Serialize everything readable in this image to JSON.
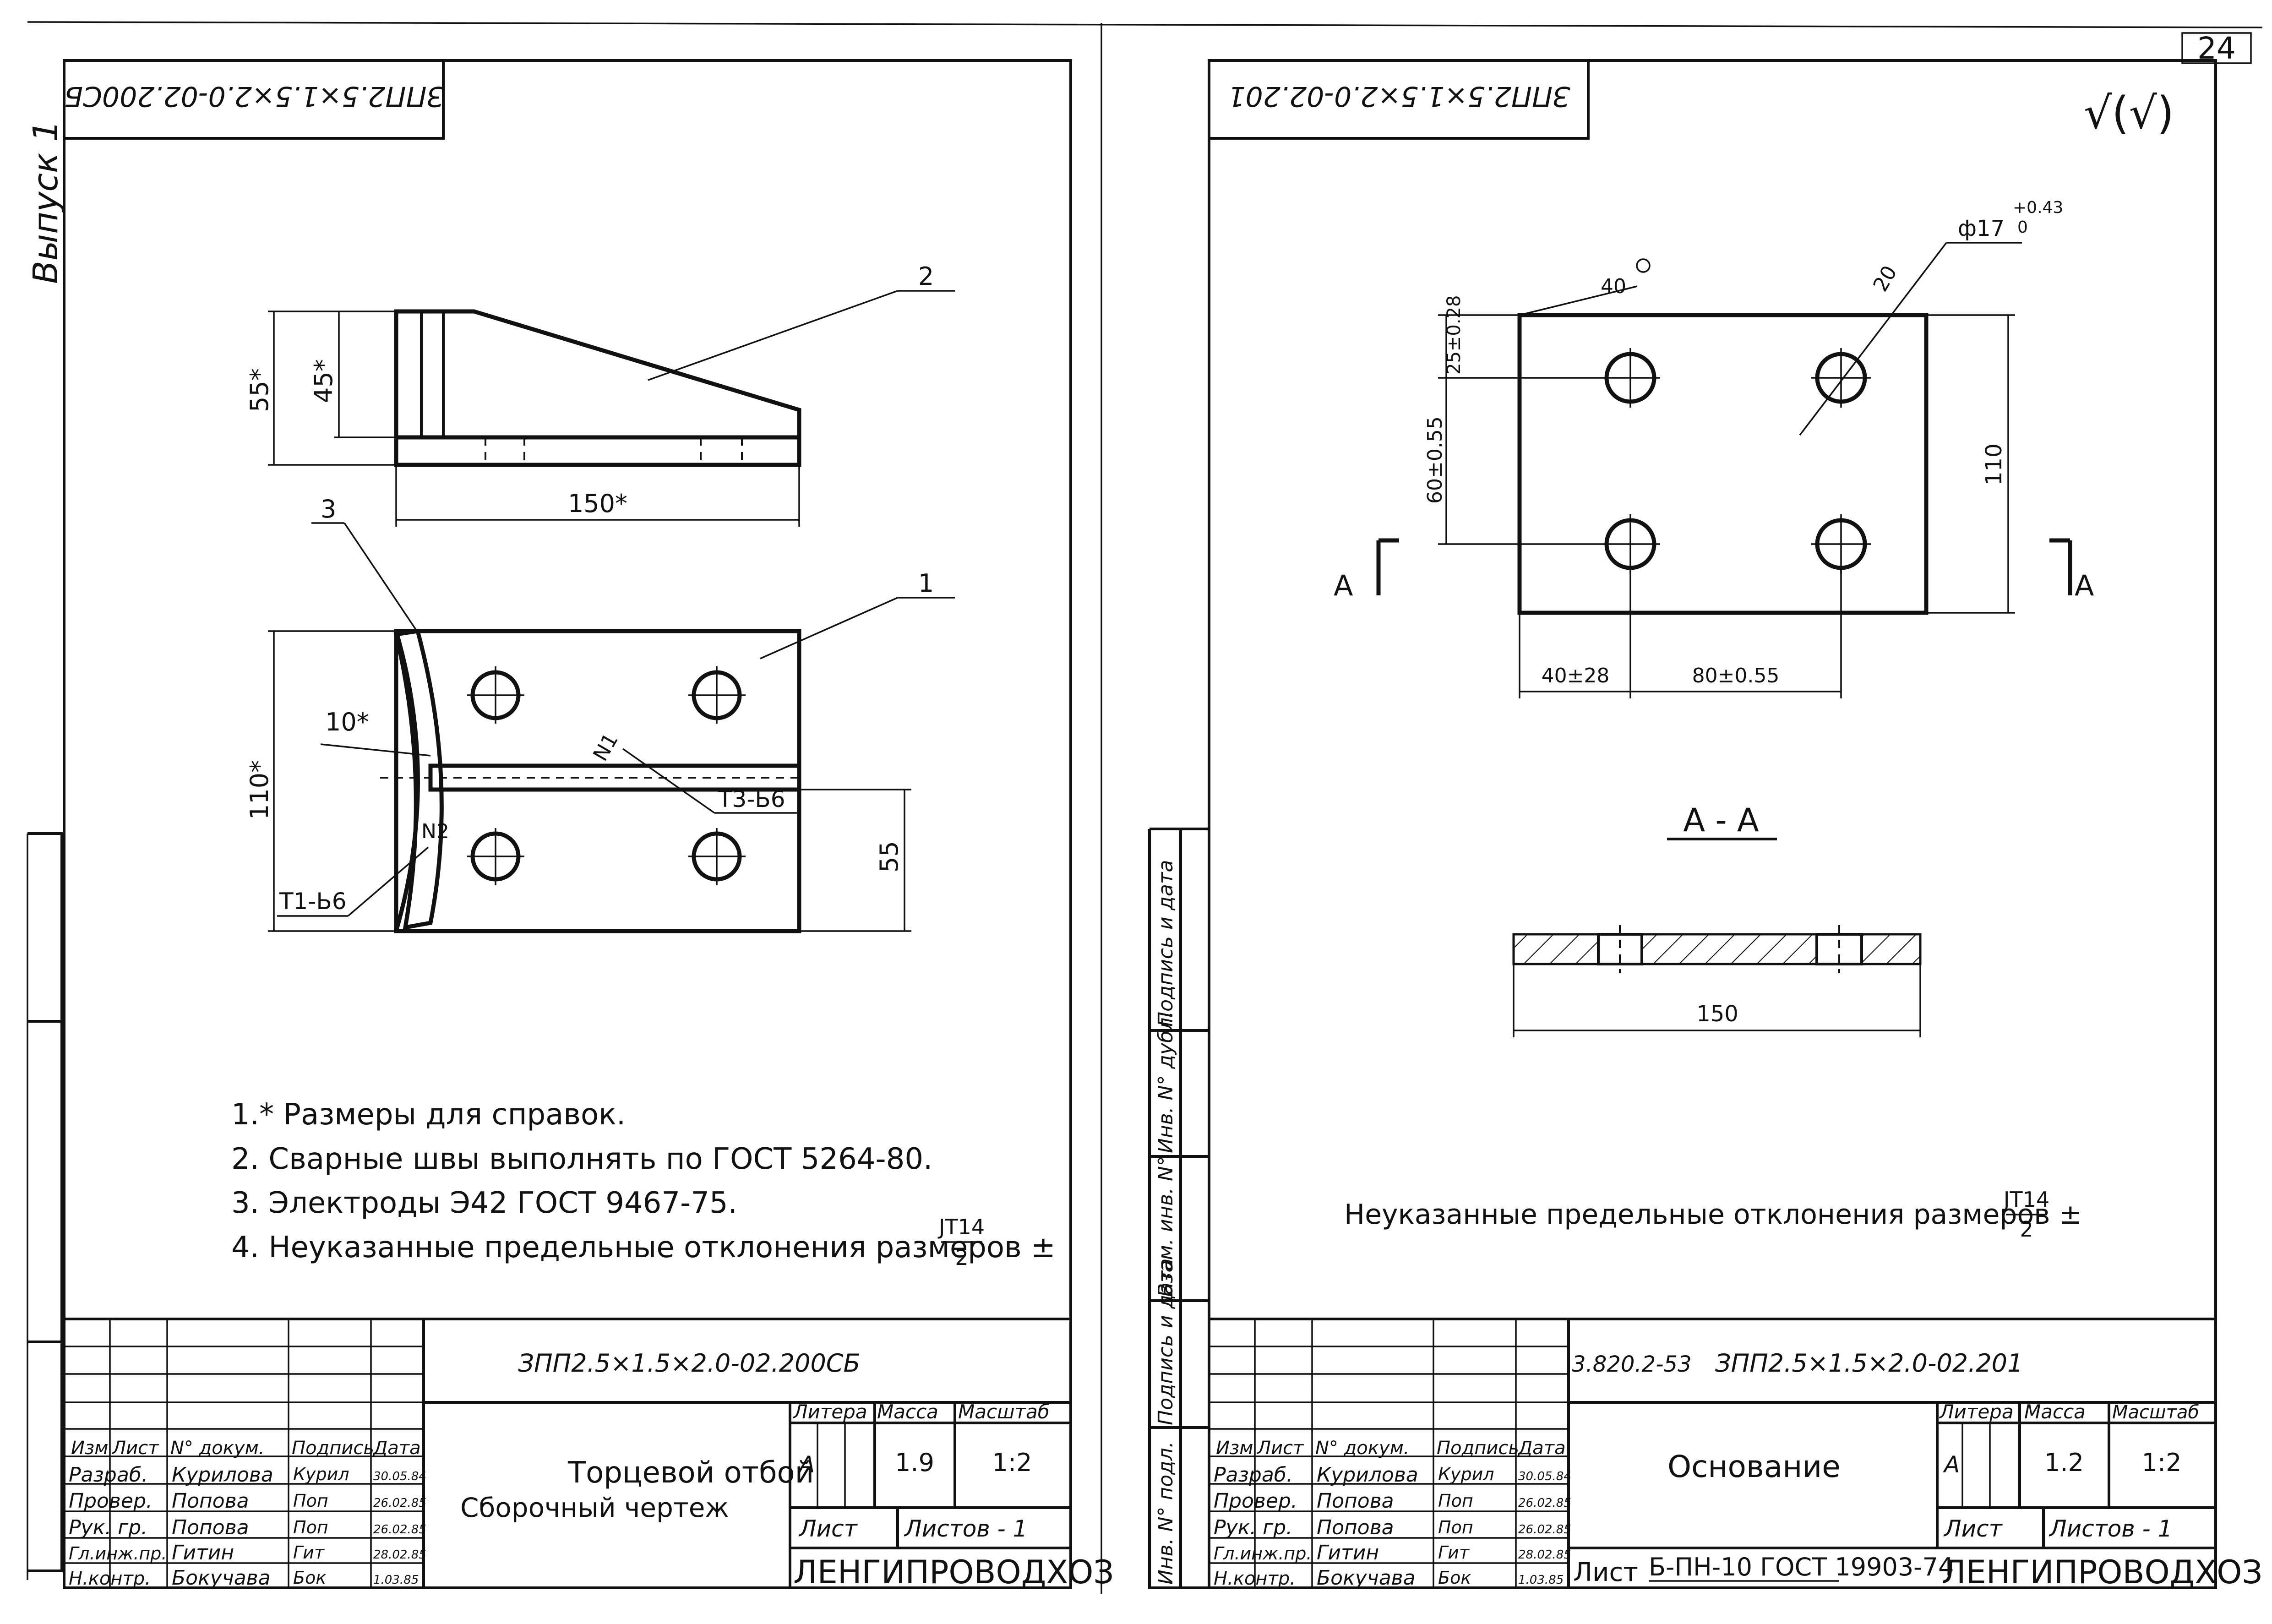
{
  "page": {
    "number": "24",
    "vypusk": "Выпуск 1",
    "check_mark": "√(√)"
  },
  "left_sheet": {
    "corner_code": "ЗПП2.5×1.5×2.0-02.200СБ",
    "dims": {
      "d55s": "55*",
      "d45s": "45*",
      "d150s": "150*",
      "d110s": "110*",
      "d10s": "10*",
      "d55": "55"
    },
    "leaders": {
      "l1": "1",
      "l2": "2",
      "l3": "3"
    },
    "welds": {
      "n1": "N1",
      "n2": "N2",
      "t3": "Т3-Ь6",
      "t1": "Т1-Ь6"
    },
    "notes": [
      "1.* Размеры  для  справок.",
      "2. Сварные  швы  выполнять  по  ГОСТ 5264-80.",
      "3. Электроды                    Э42   ГОСТ 9467-75.",
      "4. Неуказанные  предельные  отклонения размеров ± "
    ],
    "tolerance": {
      "num": "JT14",
      "den": "2"
    },
    "title_block": {
      "designation": "ЗПП2.5×1.5×2.0-02.200СБ",
      "title_line1": "Торцевой   отбой",
      "title_line2": "Сборочный чертеж",
      "header": [
        "Изм",
        "Лист",
        "N° докум.",
        "Подпись",
        "Дата"
      ],
      "rows": [
        {
          "role": "Разраб.",
          "name": "Курилова",
          "sign": "Курил",
          "date": "30.05.84"
        },
        {
          "role": "Провер.",
          "name": "Попова",
          "sign": "Поп",
          "date": "26.02.85"
        },
        {
          "role": "Рук. гр.",
          "name": "Попова",
          "sign": "Поп",
          "date": "26.02.85"
        },
        {
          "role": "Гл.инж.пр.",
          "name": "Гитин",
          "sign": "Гит",
          "date": "28.02.85"
        },
        {
          "role": "Н.контр.",
          "name": "Бокучава",
          "sign": "Бок",
          "date": "1.03.85"
        }
      ],
      "litera_label": "Литера",
      "massa_label": "Масса",
      "masshtab_label": "Масштаб",
      "litera": "А",
      "massa": "1.9",
      "masshtab": "1:2",
      "list_label": "Лист",
      "listov_label": "Листов - 1",
      "org": "ЛЕНГИПРОВОДХОЗ"
    }
  },
  "right_sheet": {
    "corner_code": "ЗПП2.5×1.5×2.0-02.201",
    "dims": {
      "phi": "ф17",
      "phi_tol_up": "+0.43",
      "phi_tol_low": "0",
      "d20": "20",
      "d40r": "40",
      "d25": "25±0.28",
      "d60": "60±0.55",
      "d110": "110",
      "d40": "40±28",
      "d80": "80±0.55",
      "d150": "150",
      "cut_a": "А",
      "section": "А - А"
    },
    "note": "Неуказанные   предельные   отклонения   размеров ± ",
    "tolerance": {
      "num": "JT14",
      "den": "2"
    },
    "side_stamps": [
      "Инв. N° подл.",
      "Подпись и дата",
      "Взам. инв. N°",
      "Инв. N° дубл.",
      "Подпись и дата"
    ],
    "title_block": {
      "designation_prefix": "3.820.2-53",
      "designation": "ЗПП2.5×1.5×2.0-02.201",
      "title": "Основание",
      "header": [
        "Изм",
        "Лист",
        "N° докум.",
        "Подпись",
        "Дата"
      ],
      "rows": [
        {
          "role": "Разраб.",
          "name": "Курилова",
          "sign": "Курил",
          "date": "30.05.84"
        },
        {
          "role": "Провер.",
          "name": "Попова",
          "sign": "Поп",
          "date": "26.02.85"
        },
        {
          "role": "Рук. гр.",
          "name": "Попова",
          "sign": "Поп",
          "date": "26.02.85"
        },
        {
          "role": "Гл.инж.пр.",
          "name": "Гитин",
          "sign": "Гит",
          "date": "28.02.85"
        },
        {
          "role": "Н.контр.",
          "name": "Бокучава",
          "sign": "Бок",
          "date": "1.03.85"
        }
      ],
      "litera_label": "Литера",
      "massa_label": "Масса",
      "masshtab_label": "Масштаб",
      "litera": "А",
      "massa": "1.2",
      "masshtab": "1:2",
      "list_label": "Лист",
      "listov_label": "Листов - 1",
      "material_label": "Лист",
      "material": "Б-ПН-10 ГОСТ 19903-74",
      "org": "ЛЕНГИПРОВОДХОЗ"
    }
  }
}
